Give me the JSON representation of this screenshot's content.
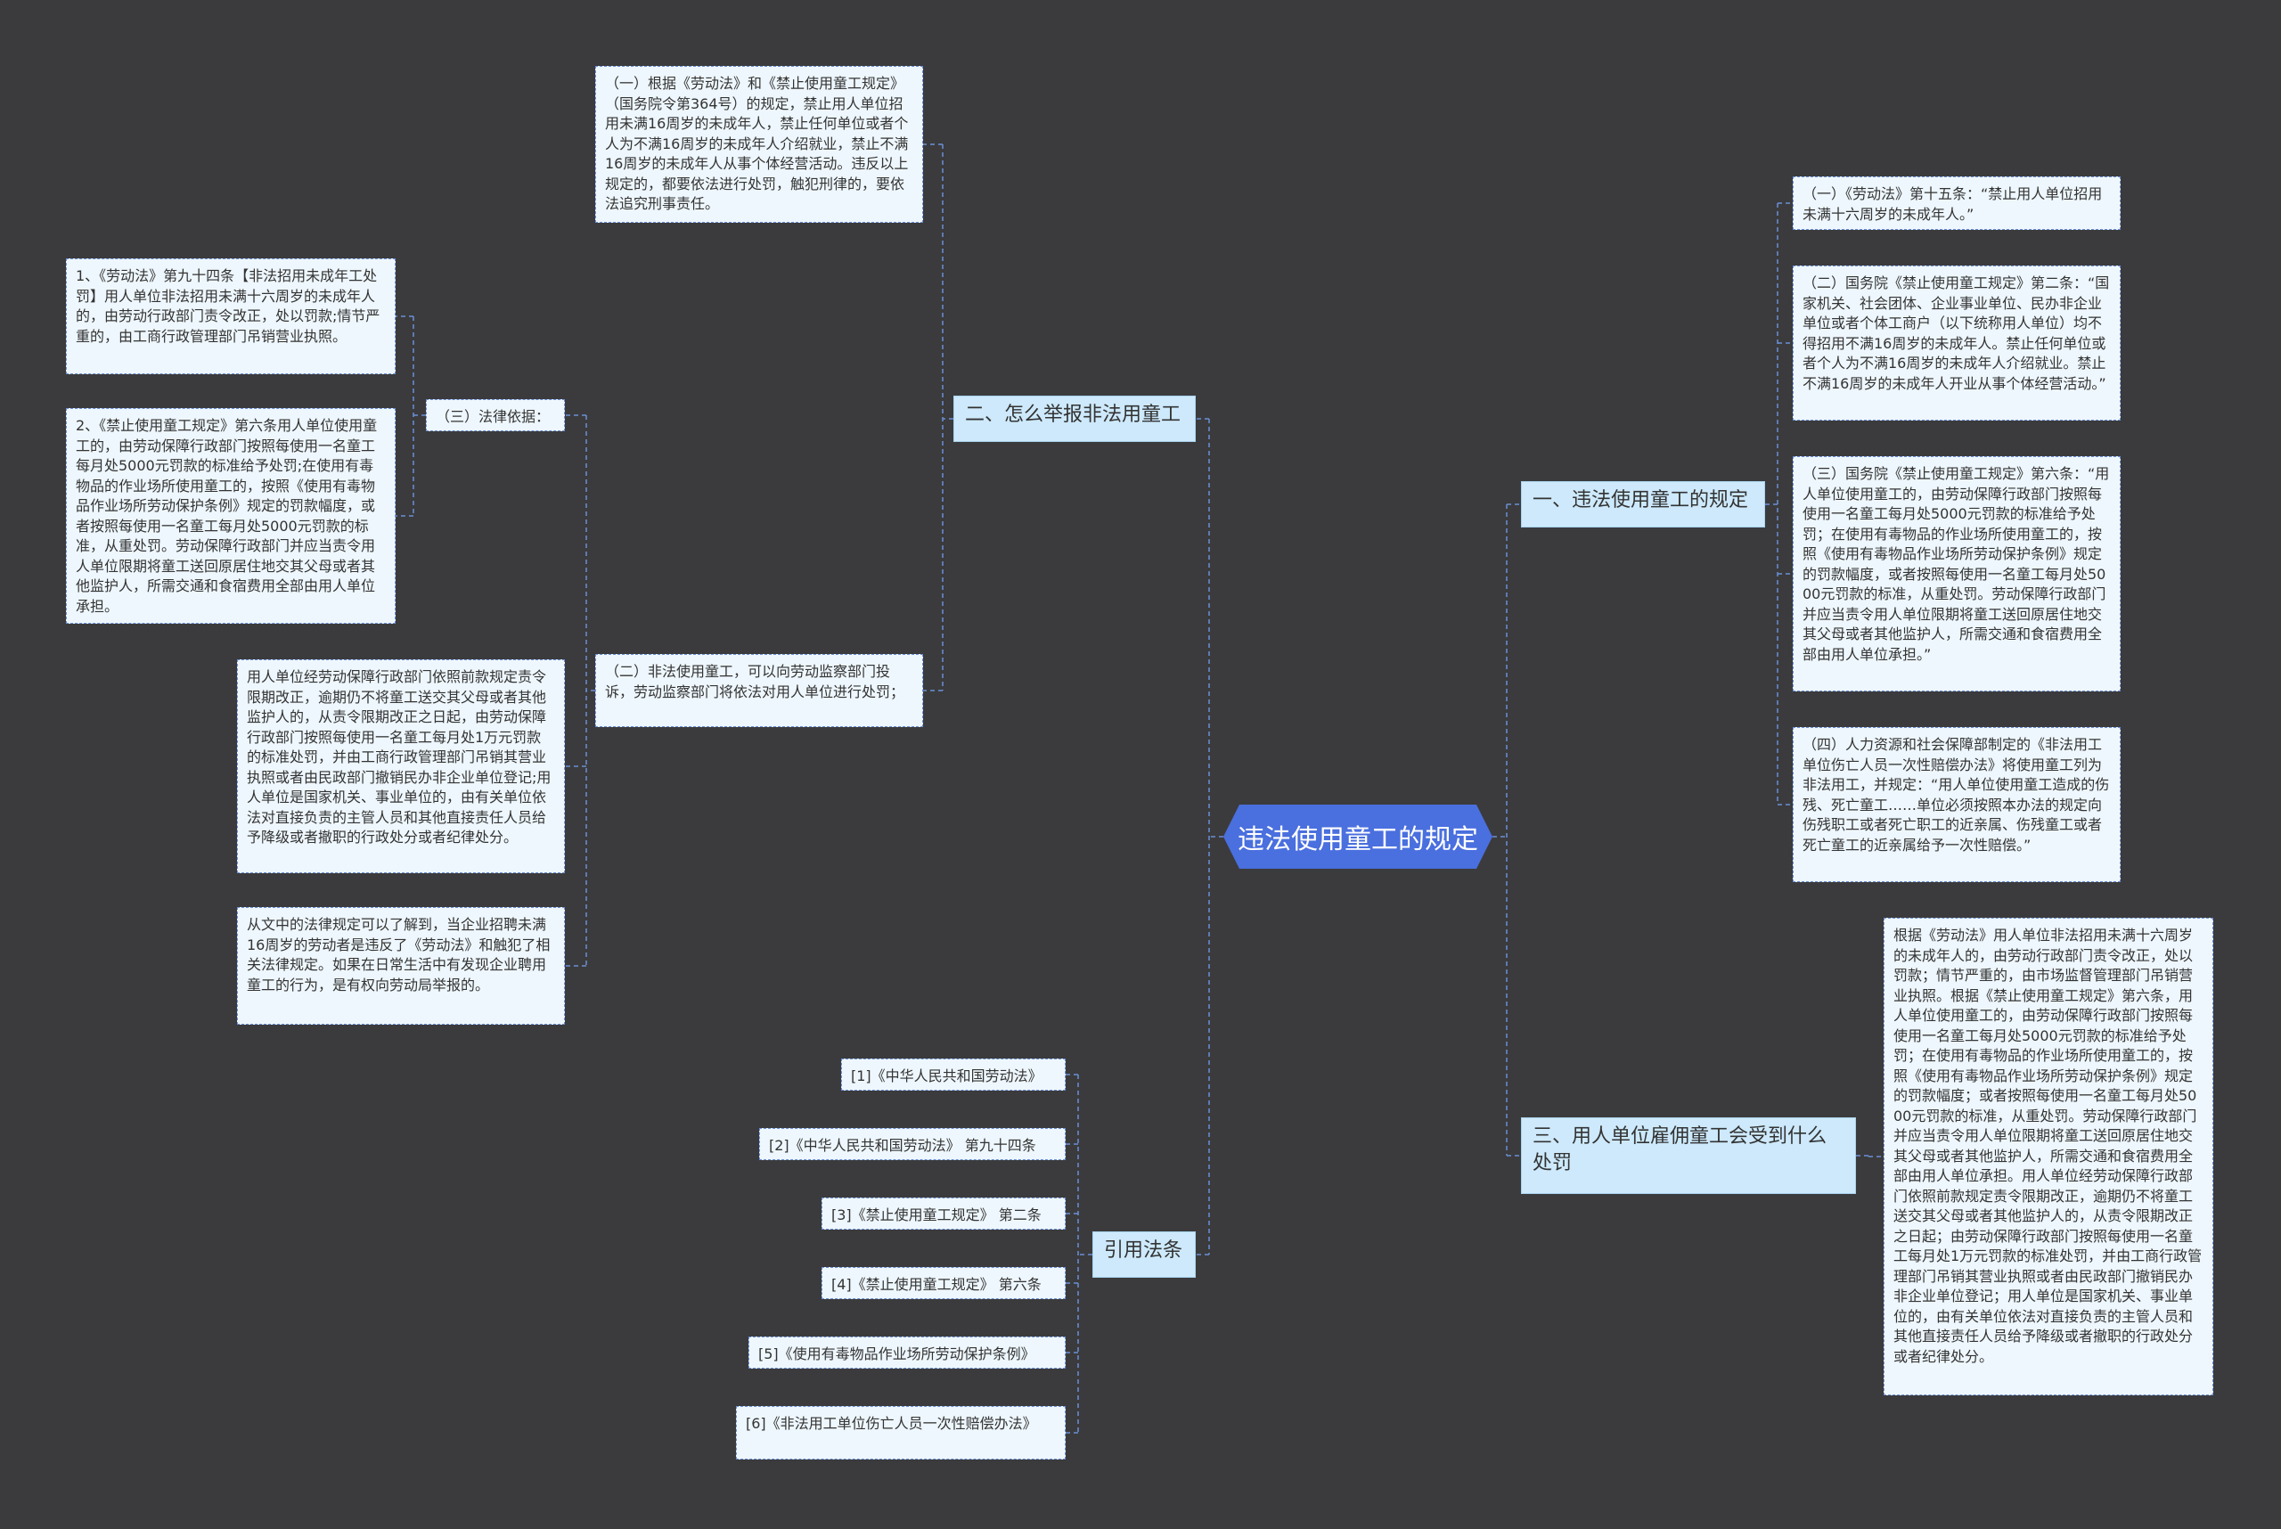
{
  "root": {
    "label": "违法使用童工的规定"
  },
  "right": {
    "b1": {
      "label": "一、违法使用童工的规定",
      "items": [
        "（一）《劳动法》第十五条：“禁止用人单位招用未满十六周岁的未成年人。”",
        "（二）国务院《禁止使用童工规定》第二条：“国家机关、社会团体、企业事业单位、民办非企业单位或者个体工商户（以下统称用人单位）均不得招用不满16周岁的未成年人。禁止任何单位或者个人为不满16周岁的未成年人介绍就业。禁止不满16周岁的未成年人开业从事个体经营活动。”",
        "（三）国务院《禁止使用童工规定》第六条：“用人单位使用童工的，由劳动保障行政部门按照每使用一名童工每月处5000元罚款的标准给予处罚；在使用有毒物品的作业场所使用童工的，按照《使用有毒物品作业场所劳动保护条例》规定的罚款幅度，或者按照每使用一名童工每月处5000元罚款的标准，从重处罚。劳动保障行政部门并应当责令用人单位限期将童工送回原居住地交其父母或者其他监护人，所需交通和食宿费用全部由用人单位承担。”",
        "（四）人力资源和社会保障部制定的《非法用工单位伤亡人员一次性赔偿办法》将使用童工列为非法用工，并规定：“用人单位使用童工造成的伤残、死亡童工……单位必须按照本办法的规定向伤残职工或者死亡职工的近亲属、伤残童工或者死亡童工的近亲属给予一次性赔偿。”"
      ]
    },
    "b3": {
      "label": "三、用人单位雇佣童工会受到什么处罚",
      "items": [
        "根据《劳动法》用人单位非法招用未满十六周岁的未成年人的，由劳动行政部门责令改正，处以罚款；情节严重的，由市场监督管理部门吊销营业执照。根据《禁止使用童工规定》第六条，用人单位使用童工的，由劳动保障行政部门按照每使用一名童工每月处5000元罚款的标准给予处罚；在使用有毒物品的作业场所使用童工的，按照《使用有毒物品作业场所劳动保护条例》规定的罚款幅度；或者按照每使用一名童工每月处5000元罚款的标准，从重处罚。劳动保障行政部门并应当责令用人单位限期将童工送回原居住地交其父母或者其他监护人，所需交通和食宿费用全部由用人单位承担。用人单位经劳动保障行政部门依照前款规定责令限期改正，逾期仍不将童工送交其父母或者其他监护人的，从责令限期改正之日起；由劳动保障行政部门按照每使用一名童工每月处1万元罚款的标准处罚，并由工商行政管理部门吊销其营业执照或者由民政部门撤销民办非企业单位登记；用人单位是国家机关、事业单位的，由有关单位依法对直接负责的主管人员和其他直接责任人员给予降级或者撤职的行政处分或者纪律处分。"
      ]
    }
  },
  "left": {
    "b2": {
      "label": "二、怎么举报非法用童工",
      "items": [
        "（一）根据《劳动法》和《禁止使用童工规定》（国务院令第364号）的规定，禁止用人单位招用未满16周岁的未成年人，禁止任何单位或者个人为不满16周岁的未成年人介绍就业，禁止不满16周岁的未成年人从事个体经营活动。违反以上规定的，都要依法进行处罚，触犯刑律的，要依法追究刑事责任。",
        "（二）非法使用童工，可以向劳动监察部门投诉，劳动监察部门将依法对用人单位进行处罚；",
        "用人单位经劳动保障行政部门依照前款规定责令限期改正，逾期仍不将童工送交其父母或者其他监护人的，从责令限期改正之日起，由劳动保障行政部门按照每使用一名童工每月处1万元罚款的标准处罚，并由工商行政管理部门吊销其营业执照或者由民政部门撤销民办非企业单位登记;用人单位是国家机关、事业单位的，由有关单位依法对直接负责的主管人员和其他直接责任人员给予降级或者撤职的行政处分或者纪律处分。",
        "从文中的法律规定可以了解到，当企业招聘未满16周岁的劳动者是违反了《劳动法》和触犯了相关法律规定。如果在日常生活中有发现企业聘用童工的行为，是有权向劳动局举报的。"
      ],
      "sub": {
        "label": "（三）法律依据：",
        "items": [
          "1、《劳动法》第九十四条【非法招用未成年工处罚】用人单位非法招用未满十六周岁的未成年人的，由劳动行政部门责令改正，处以罚款;情节严重的，由工商行政管理部门吊销营业执照。",
          "2、《禁止使用童工规定》第六条用人单位使用童工的，由劳动保障行政部门按照每使用一名童工每月处5000元罚款的标准给予处罚;在使用有毒物品的作业场所使用童工的，按照《使用有毒物品作业场所劳动保护条例》规定的罚款幅度，或者按照每使用一名童工每月处5000元罚款的标准，从重处罚。劳动保障行政部门并应当责令用人单位限期将童工送回原居住地交其父母或者其他监护人，所需交通和食宿费用全部由用人单位承担。"
        ]
      }
    },
    "refs": {
      "label": "引用法条",
      "items": [
        "[1]《中华人民共和国劳动法》",
        "[2]《中华人民共和国劳动法》 第九十四条",
        "[3]《禁止使用童工规定》 第二条",
        "[4]《禁止使用童工规定》 第六条",
        "[5]《使用有毒物品作业场所劳动保护条例》",
        "[6]《非法用工单位伤亡人员一次性赔偿办法》"
      ]
    }
  },
  "colors": {
    "background": "#3b3b3d",
    "root": "#4a6fde",
    "branch": "#cde9fb",
    "leaf": "#eef7fd",
    "line": "#6b8fd6"
  }
}
